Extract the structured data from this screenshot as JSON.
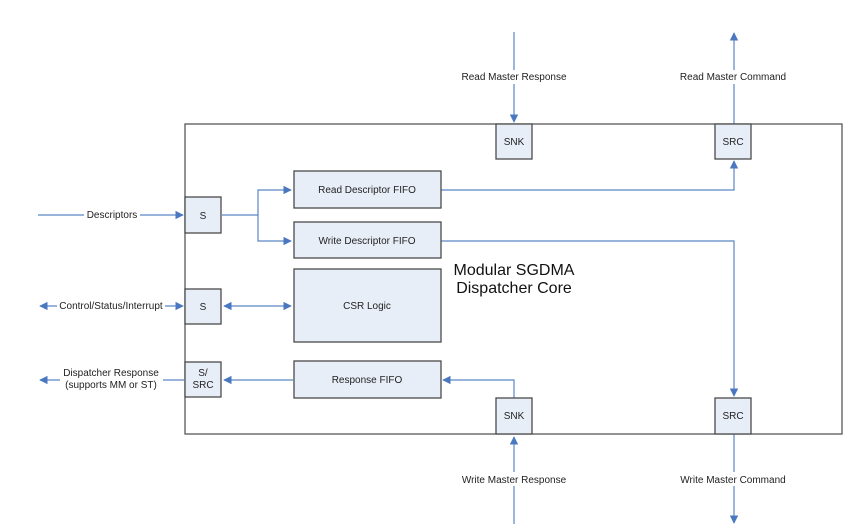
{
  "diagram": {
    "title_line1": "Modular SGDMA",
    "title_line2": "Dispatcher Core",
    "ports": {
      "descriptors_slave": "S",
      "csr_slave": "S",
      "response_port_line1": "S/",
      "response_port_line2": "SRC",
      "read_response_sink": "SNK",
      "read_command_source": "SRC",
      "write_response_sink": "SNK",
      "write_command_source": "SRC"
    },
    "blocks": {
      "read_descriptor_fifo": "Read Descriptor FIFO",
      "write_descriptor_fifo": "Write Descriptor FIFO",
      "csr_logic": "CSR Logic",
      "response_fifo": "Response FIFO"
    },
    "signals": {
      "descriptors": "Descriptors",
      "control_status_interrupt": "Control/Status/Interrupt",
      "dispatcher_response_line1": "Dispatcher Response",
      "dispatcher_response_line2": "(supports MM or ST)",
      "read_master_response": "Read Master Response",
      "read_master_command": "Read Master Command",
      "write_master_response": "Write Master Response",
      "write_master_command": "Write Master Command"
    },
    "colors": {
      "wire": "#5b86c5",
      "block_fill": "#e8eef8",
      "block_stroke": "#4a4a4a"
    }
  }
}
